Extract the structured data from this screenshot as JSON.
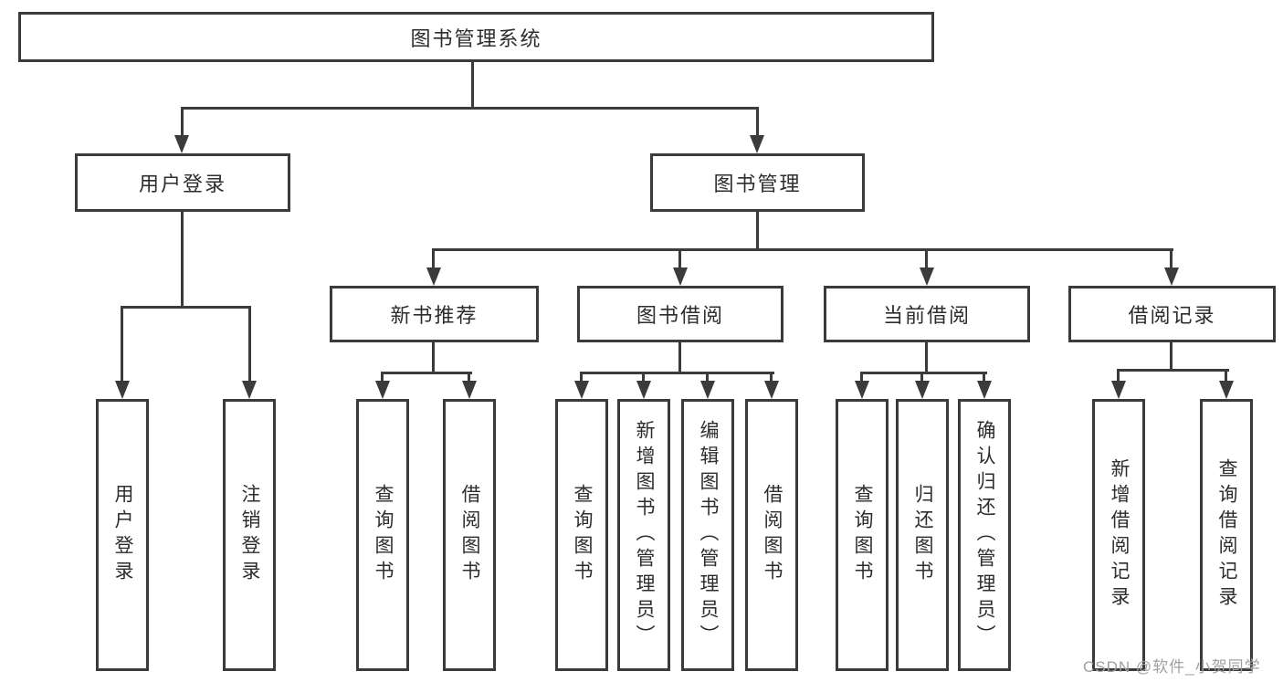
{
  "watermark": "CSDN @软件_小贺同学",
  "colors": {
    "line": "#3b3b3b",
    "text": "#2d2d2d",
    "watermark": "#a0a0a0",
    "background": "#ffffff"
  },
  "tree": {
    "label": "图书管理系统",
    "children": [
      {
        "label": "用户登录",
        "children": [
          {
            "label": "用户登录"
          },
          {
            "label": "注销登录"
          }
        ]
      },
      {
        "label": "图书管理",
        "children": [
          {
            "label": "新书推荐",
            "children": [
              {
                "label": "查询图书"
              },
              {
                "label": "借阅图书"
              }
            ]
          },
          {
            "label": "图书借阅",
            "children": [
              {
                "label": "查询图书"
              },
              {
                "label": "新增图书（管理员）"
              },
              {
                "label": "编辑图书（管理员）"
              },
              {
                "label": "借阅图书"
              }
            ]
          },
          {
            "label": "当前借阅",
            "children": [
              {
                "label": "查询图书"
              },
              {
                "label": "归还图书"
              },
              {
                "label": "确认归还（管理员）"
              }
            ]
          },
          {
            "label": "借阅记录",
            "children": [
              {
                "label": "新增借阅记录"
              },
              {
                "label": "查询借阅记录"
              }
            ]
          }
        ]
      }
    ]
  }
}
